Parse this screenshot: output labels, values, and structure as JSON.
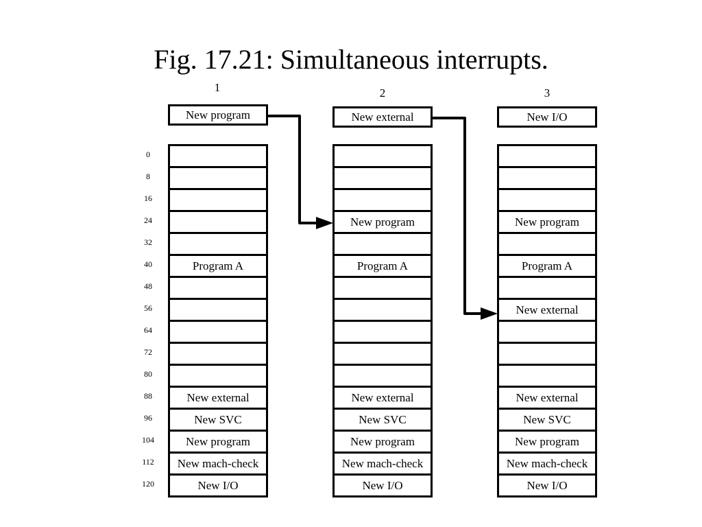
{
  "title": "Fig. 17.21: Simultaneous interrupts.",
  "addresses": [
    "0",
    "8",
    "16",
    "24",
    "32",
    "40",
    "48",
    "56",
    "64",
    "72",
    "80",
    "88",
    "96",
    "104",
    "112",
    "120"
  ],
  "columns": [
    {
      "number": "1",
      "top_label": "New program",
      "cells": [
        "",
        "",
        "",
        "",
        "",
        "Program A",
        "",
        "",
        "",
        "",
        "",
        "New external",
        "New SVC",
        "New program",
        "New mach-check",
        "New I/O"
      ]
    },
    {
      "number": "2",
      "top_label": "New external",
      "cells": [
        "",
        "",
        "",
        "New program",
        "",
        "Program A",
        "",
        "",
        "",
        "",
        "",
        "New external",
        "New SVC",
        "New program",
        "New mach-check",
        "New I/O"
      ]
    },
    {
      "number": "3",
      "top_label": "New I/O",
      "cells": [
        "",
        "",
        "",
        "New program",
        "",
        "Program A",
        "",
        "New external",
        "",
        "",
        "",
        "New external",
        "New SVC",
        "New program",
        "New mach-check",
        "New I/O"
      ]
    }
  ]
}
